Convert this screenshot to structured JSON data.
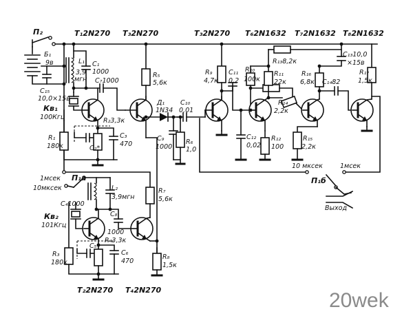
{
  "watermark": "20wek",
  "labels": {
    "p2": "П₂",
    "b1": "Б₁",
    "b1v": "9в",
    "c15": "C₁₅",
    "c15v": "10,0×15в",
    "kv1": "Кв₁",
    "kv1v": "100Кгц",
    "r1": "R₁",
    "r1v": "180к",
    "l1": "L₁",
    "l1v1": "3,9",
    "l1v2": "мгн",
    "c1": "C₁",
    "c1v": "1000",
    "c7": "C₇1000",
    "r2": "R₂3,3к",
    "c2": "C₂*",
    "c3": "C₃",
    "c3v": "470",
    "r5": "R₅",
    "r5v": "5,6к",
    "d1": "Д₁",
    "d1v": "1N34",
    "c10": "C₁₀",
    "c10v": "0,01",
    "c9": "C₉",
    "c9v": "1000",
    "r6": "R₆",
    "r6v": "1,0",
    "r9": "R₉",
    "r9v": "4,7к",
    "c11": "C₁₁",
    "c11v": "0,2",
    "r10": "R₁₀",
    "r10v": "100к",
    "r11": "R₁₁",
    "r11v": "22к",
    "r13": "R₁₃8,2к",
    "c13": "C₁₃10,0",
    "c13v": "×15в",
    "r16": "R₁₆",
    "r16v": "6,8к",
    "c14": "C₁₄82",
    "r17": "R₁₇",
    "r17v": "1,5к",
    "r14": "R₁₄",
    "r14v": "2,2к",
    "c12": "C₁₂",
    "c12v": "0,02",
    "r12": "R₁₂",
    "r12v": "100",
    "r15": "R₁₅",
    "r15v": "2,2к",
    "msec1": "1мсек",
    "msec10": "10мксек",
    "p1a": "П₁а",
    "l2": "L₂",
    "l2v": "3,9мгн",
    "c4": "C₄1000",
    "kv2": "Кв₂",
    "kv2v": "101Кгц",
    "c8": "C₈",
    "c8v": "1000",
    "r4": "R₄3,3к",
    "c5": "C₅*",
    "c6": "C₆",
    "c6v": "470",
    "r3": "R₃",
    "r3v": "180к",
    "r7": "R₇",
    "r7v": "5,6к",
    "r8": "R₈",
    "r8v": "1,5к",
    "msec10b": "10 мксек",
    "msec1b": "1мсек",
    "p1b": "П₁б",
    "out": "Выход"
  },
  "transistors": {
    "t1": "T₁2N270",
    "t3a": "T₃2N270",
    "t3b": "T₃2N270",
    "t6": "T₆2N1632",
    "t7": "T₇2N1632",
    "t8": "T₈2N1632",
    "t2": "T₂2N270",
    "t4": "T₄2N270"
  }
}
